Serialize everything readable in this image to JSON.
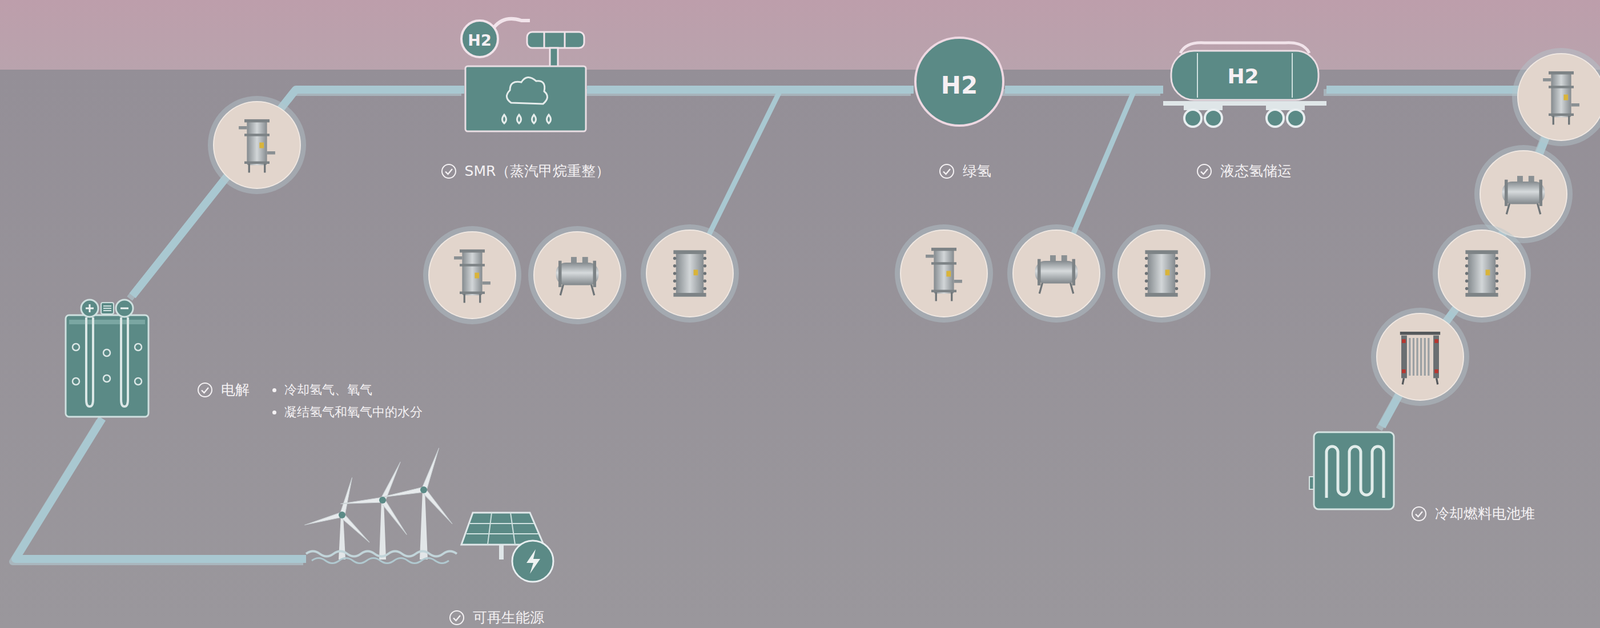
{
  "diagram": {
    "nodes": [
      {
        "text": [
          "SMR（蒸汽甲烷重整）"
        ]
      },
      {
        "text": [
          "绿氢"
        ]
      },
      {
        "text": [
          "液态氢储运"
        ]
      },
      {
        "text": [
          "电解",
          "冷却氢气、氧气",
          "凝结氢气和氧气中的水分"
        ]
      },
      {
        "text": [
          "冷却燃料电池堆"
        ]
      },
      {
        "text": [
          "可再生能源"
        ]
      }
    ],
    "edges": [
      {
        "from": 5,
        "to": 3,
        "arrow": "none"
      },
      {
        "from": 3,
        "to": 0,
        "arrow": "none"
      },
      {
        "from": 0,
        "to": 1,
        "arrow": "none"
      },
      {
        "from": 1,
        "to": 2,
        "arrow": "none"
      },
      {
        "from": 2,
        "to": 4,
        "arrow": "none"
      }
    ],
    "labels": [
      "H2",
      "H2",
      "H2"
    ]
  }
}
